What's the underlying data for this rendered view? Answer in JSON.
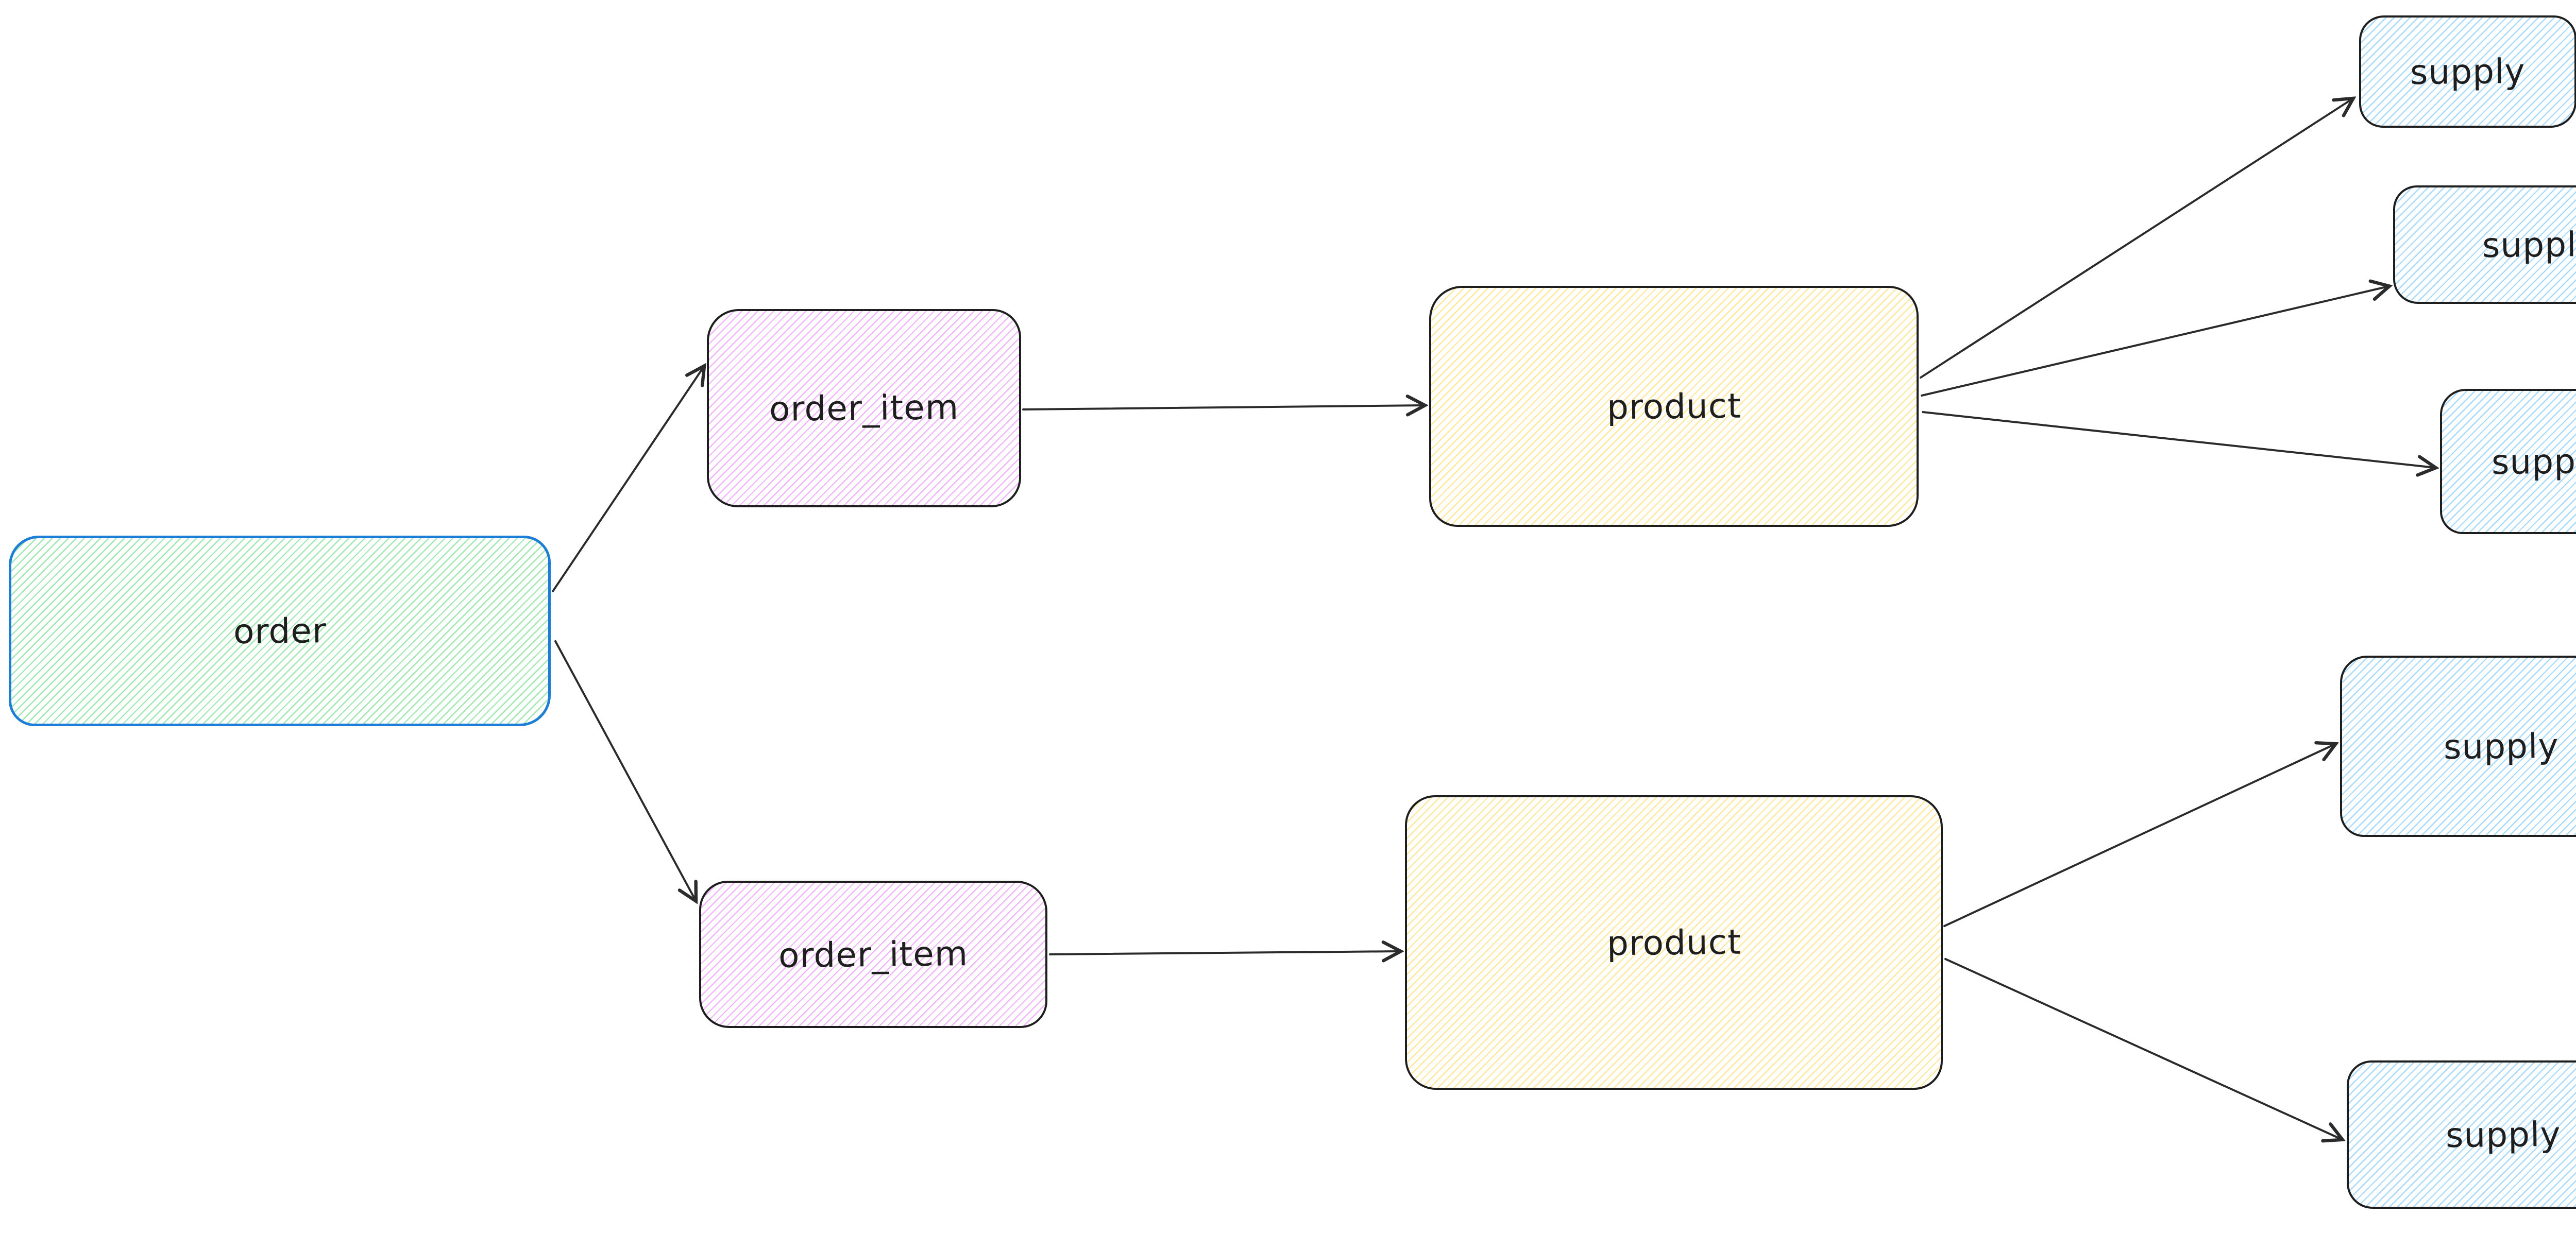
{
  "diagram": {
    "type": "flowchart",
    "background_color": "#ffffff",
    "text_color": "#1e1e1e",
    "arrow_color": "#2b2b2b",
    "hachure_fill_style": "diagonal-lines",
    "nodes": [
      {
        "id": "order",
        "label": "order",
        "stroke": "#1c7ed6",
        "hachure": "#9fe8af"
      },
      {
        "id": "order-item-1",
        "label": "order_item",
        "stroke": "#1e1e1e",
        "hachure": "#f2b6fd"
      },
      {
        "id": "order-item-2",
        "label": "order_item",
        "stroke": "#1e1e1e",
        "hachure": "#f2b6fd"
      },
      {
        "id": "product-1",
        "label": "product",
        "stroke": "#1e1e1e",
        "hachure": "#ffe79c"
      },
      {
        "id": "product-2",
        "label": "product",
        "stroke": "#1e1e1e",
        "hachure": "#ffe79c"
      },
      {
        "id": "supply-1",
        "label": "supply",
        "stroke": "#1e1e1e",
        "hachure": "#a9dafd"
      },
      {
        "id": "supply-2",
        "label": "supply",
        "stroke": "#1e1e1e",
        "hachure": "#a9dafd"
      },
      {
        "id": "supply-3",
        "label": "supply",
        "stroke": "#1e1e1e",
        "hachure": "#a9dafd"
      },
      {
        "id": "supply-4",
        "label": "supply",
        "stroke": "#1e1e1e",
        "hachure": "#a9dafd"
      },
      {
        "id": "supply-5",
        "label": "supply",
        "stroke": "#1e1e1e",
        "hachure": "#a9dafd"
      }
    ],
    "edges": [
      {
        "from": "order",
        "to": "order-item-1"
      },
      {
        "from": "order",
        "to": "order-item-2"
      },
      {
        "from": "order-item-1",
        "to": "product-1"
      },
      {
        "from": "order-item-2",
        "to": "product-2"
      },
      {
        "from": "product-1",
        "to": "supply-1"
      },
      {
        "from": "product-1",
        "to": "supply-2"
      },
      {
        "from": "product-1",
        "to": "supply-3"
      },
      {
        "from": "product-2",
        "to": "supply-4"
      },
      {
        "from": "product-2",
        "to": "supply-5"
      }
    ]
  }
}
